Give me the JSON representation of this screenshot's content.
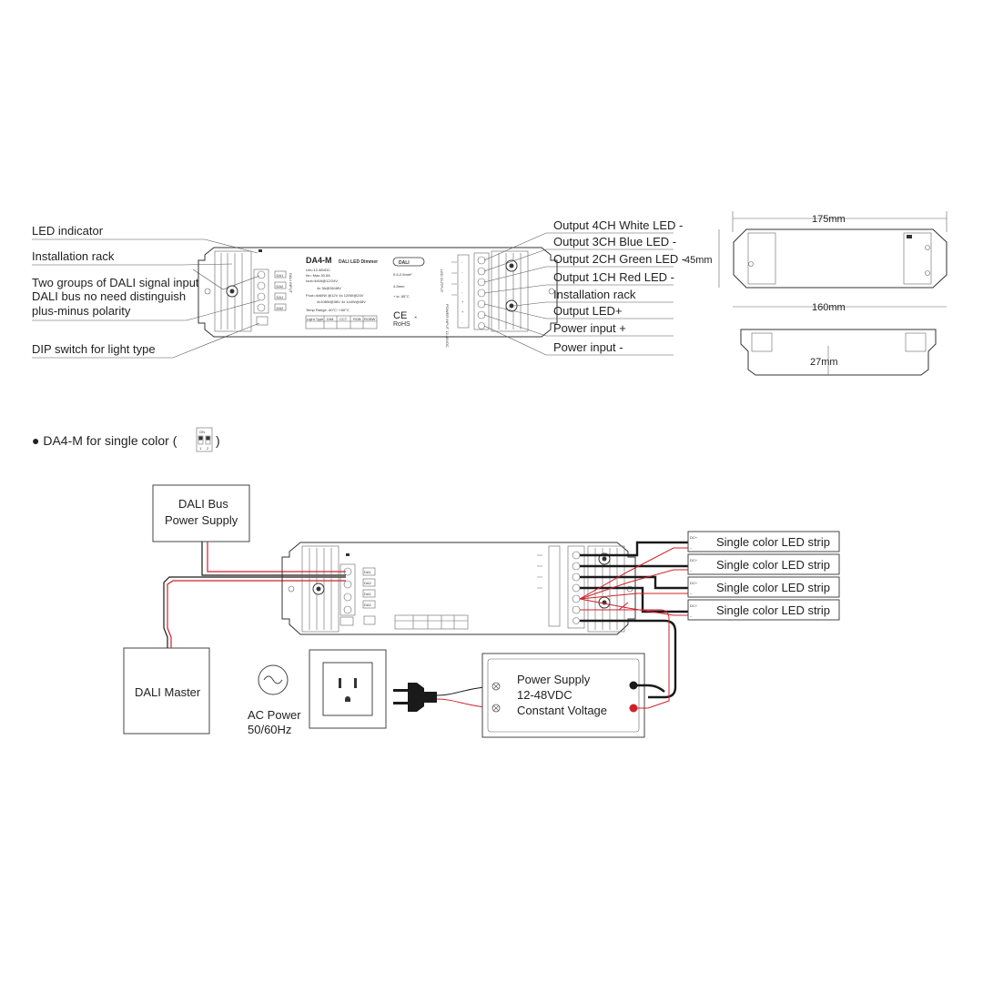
{
  "top_left_callouts": {
    "led_indicator": "LED indicator",
    "installation_rack": "Installation rack",
    "dali_line1": "Two groups of DALI signal input",
    "dali_line2": "DALI bus no need distinguish",
    "dali_line3": "plus-minus polarity",
    "dip_switch": "DIP switch for light type"
  },
  "top_right_callouts": {
    "out4": "Output 4CH White LED -",
    "out3": "Output 3CH Blue LED -",
    "out2": "Output 2CH Green LED -",
    "out1": "Output 1CH Red LED -",
    "rack": "Installation rack",
    "led_plus": "Output LED+",
    "power_plus": "Power input +",
    "power_minus": "Power input -"
  },
  "device_label": {
    "model": "DA4-M",
    "subtitle": "DALI LED Dimmer",
    "specs": [
      "Uin=12-48VDC",
      "Iin= Max.30.5A",
      "Iout=4x5A@12/24V",
      "4x 3A@36/48V",
      "Pout=4x60W @12V 4x 120W@24V",
      "4x108W@36V 4x 144W@48V",
      "Temp Range -40°C~+60°C"
    ],
    "dali_logo": "DALI",
    "ce": "CE",
    "rohs": "RoHS",
    "ta": "+ tc: 85°C",
    "wire": "0.5-2.5mm²",
    "strip": "4-5mm",
    "dali_ports": [
      "DA1",
      "DA2",
      "DA1",
      "DA2"
    ],
    "led_output": "LED OUTPUT",
    "power_input": "POWER INPUT 12-48VDC",
    "dali_input": "DALI INPUT",
    "light_type_headers": [
      "Light Type",
      "DIM",
      "CCT",
      "RGB",
      "RGBW"
    ]
  },
  "dimensions": {
    "length_total": "175mm",
    "height": "45mm",
    "length_inner": "160mm",
    "depth": "27mm"
  },
  "section_title": "● DA4-M for single color (",
  "section_title_end": ")",
  "dip_icon": {
    "on": "ON",
    "pos1": "1",
    "pos2": "2"
  },
  "wiring": {
    "dali_bus_line1": "DALI Bus",
    "dali_bus_line2": "Power Supply",
    "dali_master": "DALI Master",
    "ac_power_line1": "AC Power",
    "ac_power_line2": "50/60Hz",
    "psu_line1": "Power Supply",
    "psu_line2": "12-48VDC",
    "psu_line3": "Constant Voltage",
    "strips": [
      "Single color LED strip",
      "Single color LED strip",
      "Single color LED strip",
      "Single color LED strip"
    ]
  },
  "colors": {
    "line": "#333333",
    "red_wire": "#d0202a",
    "black_wire": "#1a1a1a",
    "red_dot": "#d0202a"
  }
}
